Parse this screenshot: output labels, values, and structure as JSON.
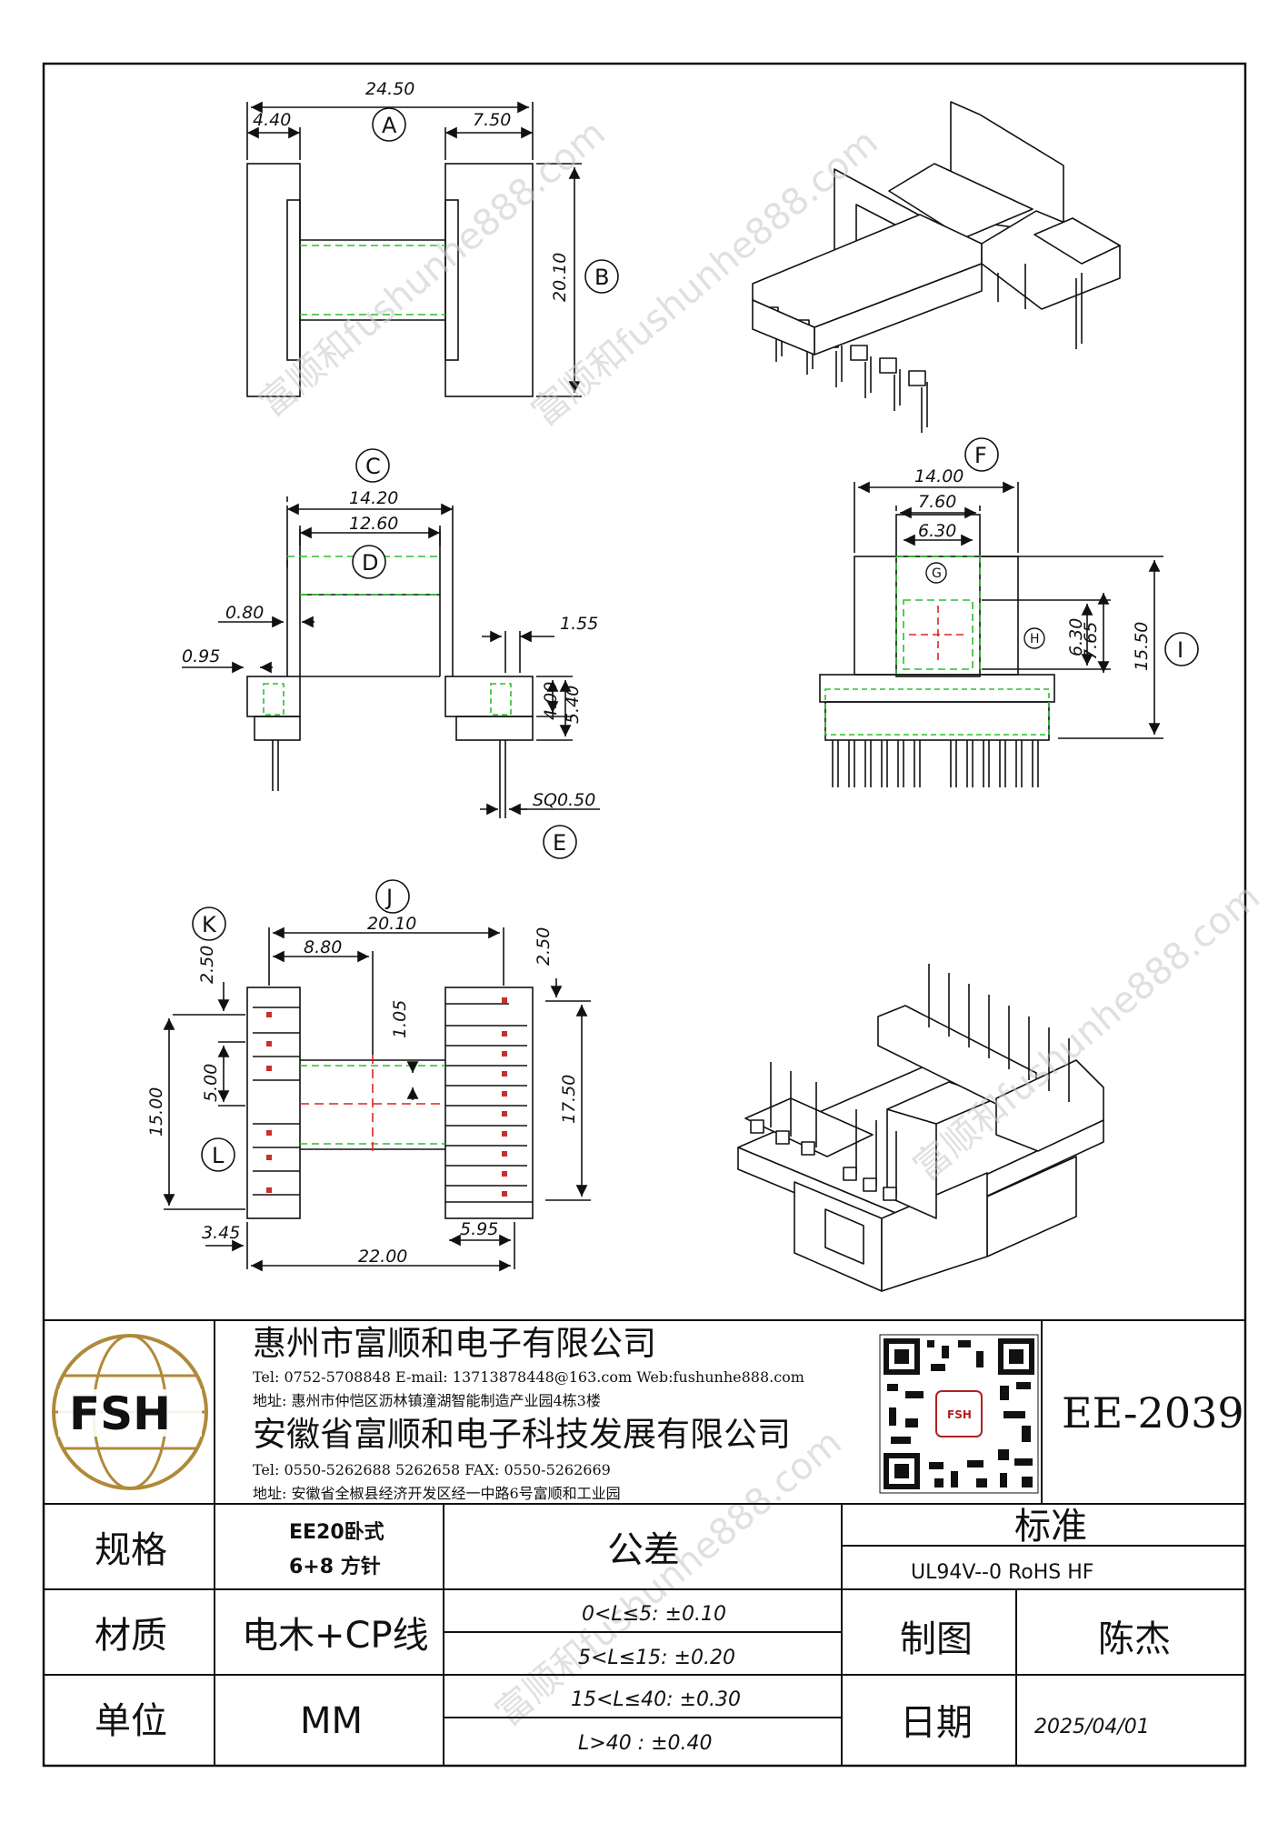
{
  "drawing": {
    "dims": {
      "a_total": "24.50",
      "a_left": "4.40",
      "a_right": "7.50",
      "b_height": "20.10",
      "c_outer": "14.20",
      "d_inner": "12.60",
      "c_080": "0.80",
      "c_095": "0.95",
      "c_155": "1.55",
      "c_400": "4.00",
      "c_540": "5.40",
      "e_pin": "SQ0.50",
      "f_140": "14.00",
      "f_760": "7.60",
      "g_630": "6.30",
      "h_630": "6.30",
      "h_765": "7.65",
      "i_1550": "15.50",
      "j_2010": "20.10",
      "j_880": "8.80",
      "k_250": "2.50",
      "r_250": "2.50",
      "j_105": "1.05",
      "l_1500": "15.00",
      "l_500": "5.00",
      "r_1750": "17.50",
      "b_345": "3.45",
      "b_2200": "22.00",
      "b_595": "5.95"
    },
    "callouts": [
      "A",
      "B",
      "C",
      "D",
      "E",
      "F",
      "G",
      "H",
      "I",
      "J",
      "K",
      "L"
    ],
    "watermark": "富顺和fushunhe888.com"
  },
  "title_block": {
    "logo_text": "FSH",
    "company1": "惠州市富顺和电子有限公司",
    "contact1": "Tel: 0752-5708848  E-mail: 13713878448@163.com  Web:fushunhe888.com",
    "address1": "地址: 惠州市仲恺区沥林镇潼湖智能制造产业园4栋3楼",
    "company2": "安徽省富顺和电子科技发展有限公司",
    "contact2": "Tel: 0550-5262688  5262658      FAX: 0550-5262669",
    "address2": "地址: 安徽省全椒县经济开发区经一中路6号富顺和工业园",
    "qr_center": "FSH",
    "part_no": "EE-2039",
    "spec_label": "规格",
    "spec_value1": "EE20卧式",
    "spec_value2": "6+8 方针",
    "tol_label": "公差",
    "std_label": "标准",
    "std_value": "UL94V--0  RoHS HF",
    "mat_label": "材质",
    "mat_value": "电木+CP线",
    "tol1": "0<L≤5: ±0.10",
    "tol2": "5<L≤15: ±0.20",
    "tol3": "15<L≤40: ±0.30",
    "tol4": "L>40 :  ±0.40",
    "draw_label": "制图",
    "draw_value": "陈杰",
    "unit_label": "单位",
    "unit_value": "MM",
    "date_label": "日期",
    "date_value": "2025/04/01"
  }
}
